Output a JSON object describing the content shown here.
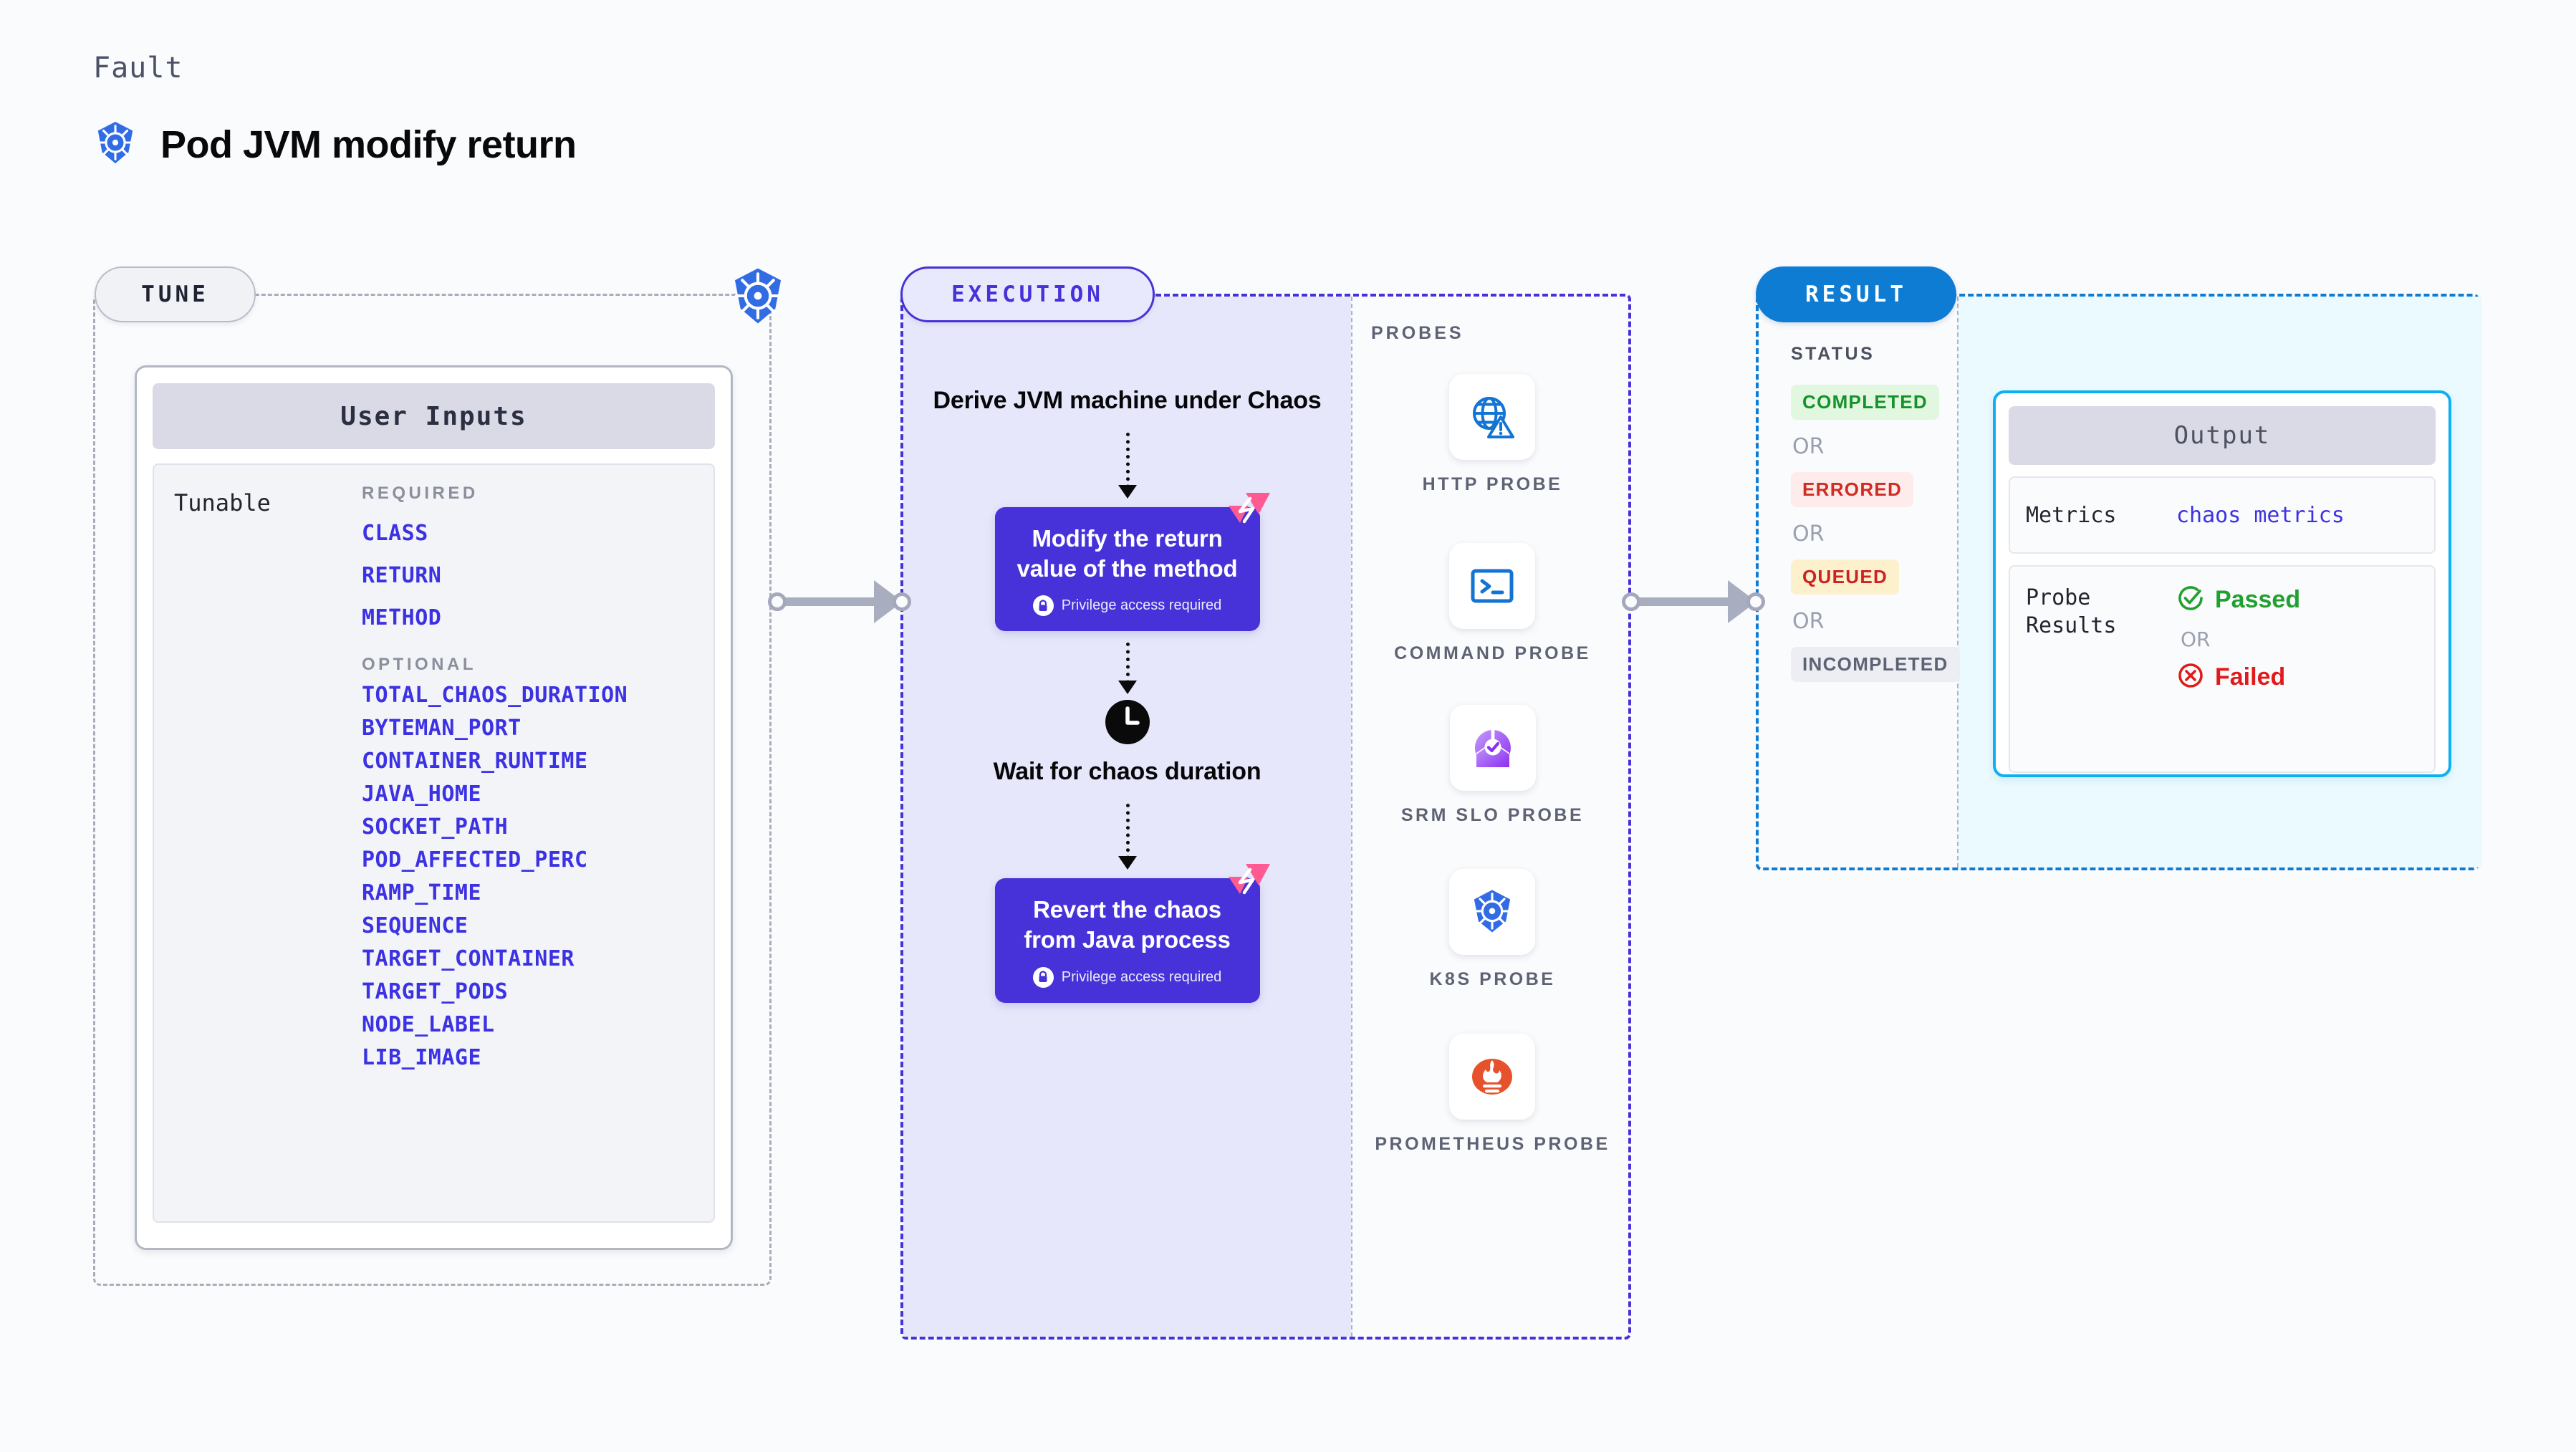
{
  "header": {
    "kicker": "Fault",
    "title": "Pod JVM modify return",
    "icon": "kubernetes-icon"
  },
  "tune": {
    "pill_label": "TUNE",
    "badge_icon": "kubernetes-icon",
    "card_title": "User Inputs",
    "tunable_label": "Tunable",
    "required_title": "REQUIRED",
    "required": [
      "CLASS",
      "RETURN",
      "METHOD"
    ],
    "optional_title": "OPTIONAL",
    "optional": [
      "TOTAL_CHAOS_DURATION",
      "BYTEMAN_PORT",
      "CONTAINER_RUNTIME",
      "JAVA_HOME",
      "SOCKET_PATH",
      "POD_AFFECTED_PERC",
      "RAMP_TIME",
      "SEQUENCE",
      "TARGET_CONTAINER",
      "TARGET_PODS",
      "NODE_LABEL",
      "LIB_IMAGE"
    ]
  },
  "execution": {
    "pill_label": "EXECUTION",
    "step1_text": "Derive JVM machine under Chaos",
    "action1": {
      "title": "Modify the return value of the method",
      "privilege": "Privilege access required",
      "badge_icon": "litmus-flag-icon",
      "lock_icon": "lock-icon"
    },
    "wait": {
      "icon": "clock-icon",
      "text": "Wait for chaos duration"
    },
    "action2": {
      "title": "Revert the chaos from Java process",
      "privilege": "Privilege access required",
      "badge_icon": "litmus-flag-icon",
      "lock_icon": "lock-icon"
    }
  },
  "probes": {
    "title": "PROBES",
    "items": [
      {
        "label": "HTTP PROBE",
        "icon": "globe-warning-icon"
      },
      {
        "label": "COMMAND PROBE",
        "icon": "terminal-icon"
      },
      {
        "label": "SRM SLO PROBE",
        "icon": "srm-slo-icon"
      },
      {
        "label": "K8S PROBE",
        "icon": "kubernetes-icon"
      },
      {
        "label": "PROMETHEUS PROBE",
        "icon": "prometheus-icon"
      }
    ]
  },
  "result": {
    "pill_label": "RESULT",
    "status_title": "STATUS",
    "or_label": "OR",
    "statuses": [
      {
        "label": "COMPLETED",
        "bg": "#e2f7e0",
        "fg": "#15922a"
      },
      {
        "label": "ERRORED",
        "bg": "#fdeceb",
        "fg": "#d22b22"
      },
      {
        "label": "QUEUED",
        "bg": "#fdf0cd",
        "fg": "#cc2222"
      },
      {
        "label": "INCOMPLETED",
        "bg": "#eceef3",
        "fg": "#5e6374"
      }
    ],
    "output": {
      "title": "Output",
      "metrics_key": "Metrics",
      "metrics_value": "chaos metrics",
      "probe_results_key": "Probe Results",
      "passed_label": "Passed",
      "passed_icon": "check-circle-icon",
      "or_label": "OR",
      "failed_label": "Failed",
      "failed_icon": "x-circle-icon"
    }
  },
  "colors": {
    "accent_purple": "#4632d8",
    "accent_blue": "#0f7cd4",
    "cyan": "#0fb0f0",
    "param_blue": "#3c32e3",
    "litmus_pink": "#ff5b92",
    "k8s_blue": "#326ce5",
    "prometheus_orange": "#e6522c",
    "success_green": "#22a02f",
    "error_red": "#e01b1b"
  }
}
